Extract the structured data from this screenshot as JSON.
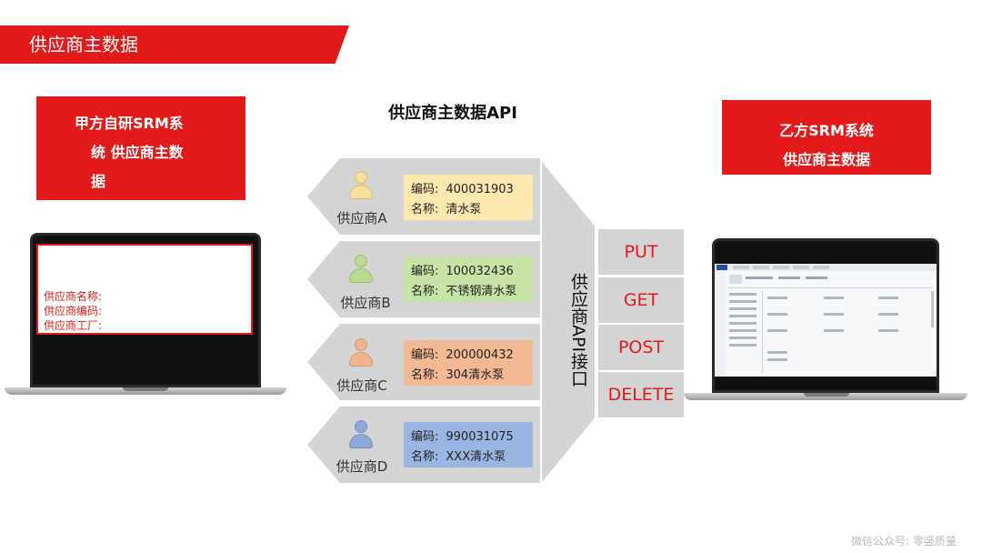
{
  "header": {
    "title": "供应商主数据"
  },
  "left_box": {
    "line1": "甲方自研SRM系",
    "line2": "统 供应商主数",
    "line3": "据"
  },
  "right_box": {
    "line1": "乙方SRM系统",
    "line2": "供应商主数据"
  },
  "api_title": "供应商主数据API",
  "left_laptop": {
    "fields": [
      "供应商名称:",
      "供应商编码:",
      "供应商工厂:"
    ]
  },
  "suppliers": [
    {
      "name": "供应商A",
      "code_label": "编码:",
      "code": "400031903",
      "name_label": "名称:",
      "product": "清水泵",
      "color": "#fde9b0",
      "avatar_color": "#f8df9a"
    },
    {
      "name": "供应商B",
      "code_label": "编码:",
      "code": "100032436",
      "name_label": "名称:",
      "product": "不锈钢清水泵",
      "color": "#c8e3a6",
      "avatar_color": "#b9dc8f"
    },
    {
      "name": "供应商C",
      "code_label": "编码:",
      "code": "200000432",
      "name_label": "名称:",
      "product": "304清水泵",
      "color": "#f3b894",
      "avatar_color": "#f1b48e"
    },
    {
      "name": "供应商D",
      "code_label": "编码:",
      "code": "990031075",
      "name_label": "名称:",
      "product": "XXX清水泵",
      "color": "#9bb5e3",
      "avatar_color": "#8da9dc"
    }
  ],
  "api_interface": "供应商API接口",
  "methods": [
    "PUT",
    "GET",
    "POST",
    "DELETE"
  ],
  "watermark": "微信公众号: 零竖质量",
  "colors": {
    "accent": "#e21a1a",
    "panel": "#d4d4d4"
  }
}
